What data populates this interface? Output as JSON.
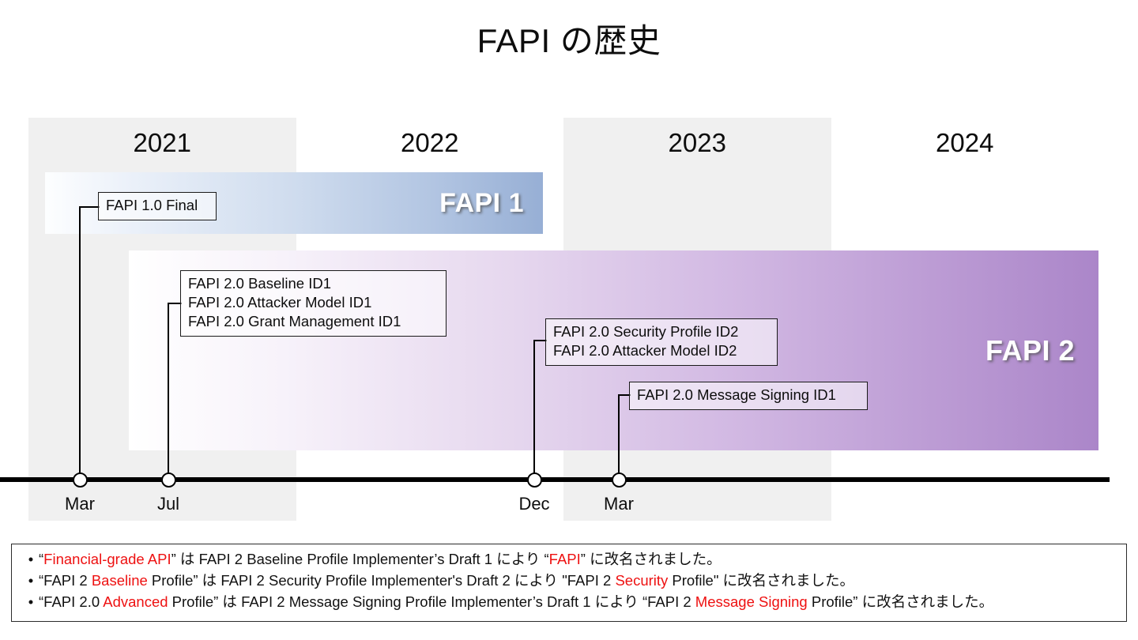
{
  "title": "FAPI の歴史",
  "timeline": {
    "years": [
      {
        "label": "2021",
        "shaded": true
      },
      {
        "label": "2022",
        "shaded": false
      },
      {
        "label": "2023",
        "shaded": true
      },
      {
        "label": "2024",
        "shaded": false
      }
    ],
    "eras": [
      {
        "id": "fapi1",
        "label": "FAPI 1",
        "color_start": "#ffffff",
        "color_end": "#97afd5"
      },
      {
        "id": "fapi2",
        "label": "FAPI 2",
        "color_start": "#ffffff",
        "color_end": "#ab86c9"
      }
    ],
    "markers": [
      {
        "id": "mar-2021",
        "month": "Mar"
      },
      {
        "id": "jul-2021",
        "month": "Jul"
      },
      {
        "id": "dec-2022",
        "month": "Dec"
      },
      {
        "id": "mar-2023",
        "month": "Mar"
      }
    ],
    "callouts": [
      {
        "id": "fapi1-final",
        "lines": [
          "FAPI 1.0 Final"
        ]
      },
      {
        "id": "fapi2-id1",
        "lines": [
          "FAPI 2.0 Baseline ID1",
          "FAPI 2.0 Attacker Model ID1",
          "FAPI 2.0 Grant Management ID1"
        ]
      },
      {
        "id": "fapi2-id2",
        "lines": [
          "FAPI 2.0 Security Profile ID2",
          "FAPI 2.0 Attacker Model ID2"
        ]
      },
      {
        "id": "fapi2-msg-signing",
        "lines": [
          "FAPI 2.0 Message Signing ID1"
        ]
      }
    ]
  },
  "footnotes": {
    "bullet": "•",
    "highlight_color": "#ee1111",
    "items": [
      {
        "id": "note-rename-fapi",
        "parts": [
          {
            "text": "“",
            "hl": false
          },
          {
            "text": "Financial-grade API",
            "hl": true
          },
          {
            "text": "” は FAPI 2 Baseline Profile Implementer’s Draft 1 により “",
            "hl": false
          },
          {
            "text": "FAPI",
            "hl": true
          },
          {
            "text": "” に改名されました。",
            "hl": false
          }
        ]
      },
      {
        "id": "note-rename-security",
        "parts": [
          {
            "text": "“FAPI 2 ",
            "hl": false
          },
          {
            "text": "Baseline",
            "hl": true
          },
          {
            "text": " Profile” は FAPI 2 Security Profile Implementer's Draft 2 により \"FAPI 2 ",
            "hl": false
          },
          {
            "text": "Security",
            "hl": true
          },
          {
            "text": " Profile\" に改名されました。",
            "hl": false
          }
        ]
      },
      {
        "id": "note-rename-message-signing",
        "parts": [
          {
            "text": "“FAPI 2.0 ",
            "hl": false
          },
          {
            "text": "Advanced",
            "hl": true
          },
          {
            "text": " Profile” は FAPI 2 Message Signing Profile Implementer’s Draft 1 により “FAPI 2 ",
            "hl": false
          },
          {
            "text": "Message Signing",
            "hl": true
          },
          {
            "text": " Profile” に改名されました。",
            "hl": false
          }
        ]
      }
    ]
  }
}
